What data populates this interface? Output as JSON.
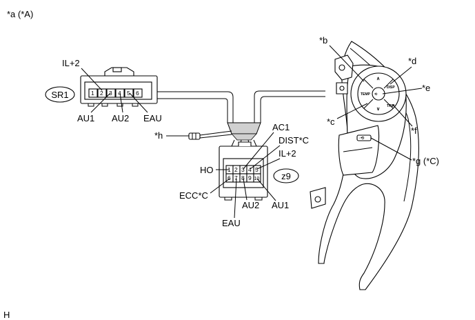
{
  "labels": {
    "figure_ref": "*a (*A)",
    "footer": "H",
    "callout_b": "*b",
    "callout_c": "*c",
    "callout_d": "*d",
    "callout_e": "*e",
    "callout_f": "*f",
    "callout_g": "*g (*C)",
    "callout_h": "*h"
  },
  "connector_sr1": {
    "id": "SR1",
    "pins": [
      "1",
      "2",
      "3",
      "4",
      "5",
      "6"
    ],
    "signals": {
      "top": "IL+2",
      "au1": "AU1",
      "au2": "AU2",
      "eau": "EAU"
    }
  },
  "connector_z9": {
    "id": "z9",
    "pins_top": [
      "1",
      "2",
      "3",
      "4",
      "5"
    ],
    "pins_bottom": [
      "6",
      "7",
      "8",
      "9",
      "10"
    ],
    "signals": {
      "ac1": "AC1",
      "dist": "DIST*C",
      "il2": "IL+2",
      "ho": "HO",
      "ecc": "ECC*C",
      "eau": "EAU",
      "au2": "AU2",
      "au1": "AU1"
    }
  },
  "switch_buttons": {
    "temp": "TEMP",
    "disp": "DISP",
    "trip": "TRIP"
  }
}
